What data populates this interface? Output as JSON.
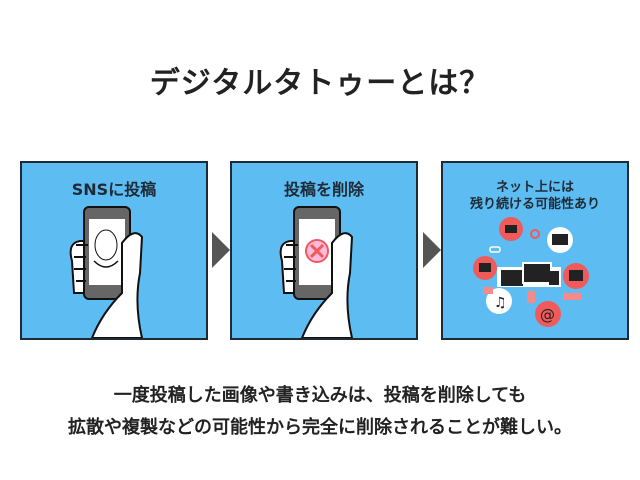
{
  "title": "デジタルタトゥーとは？",
  "panels": [
    {
      "label": "SNSに投稿",
      "icon": "phone-with-portrait-icon"
    },
    {
      "label": "投稿を削除",
      "icon": "phone-with-delete-icon"
    },
    {
      "label_lines": [
        "ネット上には",
        "残り続ける可能性あり"
      ],
      "icon": "network-devices-icon"
    }
  ],
  "caption": [
    "一度投稿した画像や書き込みは、投稿を削除しても",
    "拡散や複製などの可能性から完全に削除されることが難しい。"
  ],
  "colors": {
    "panel": "#5dbdf2",
    "border": "#1e2a36",
    "accent": "#f05a5a",
    "arrow": "#555555"
  }
}
